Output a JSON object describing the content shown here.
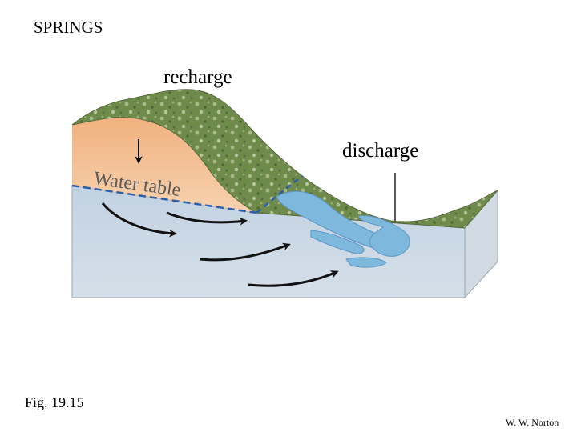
{
  "title": "SPRINGS",
  "labels": {
    "recharge": "recharge",
    "discharge": "discharge",
    "water_table": "Water table"
  },
  "figure_number": "Fig. 19.15",
  "credit": "W. W. Norton",
  "colors": {
    "unsaturated_zone": "#f2b98a",
    "groundwater": "#c5d4e2",
    "block_side": "#d4dde6",
    "land_surface": "#6d8a4a",
    "spring_water": "#7fb8dd",
    "water_table_line": "#2d5fa5",
    "flow_arrows": "#111111"
  }
}
